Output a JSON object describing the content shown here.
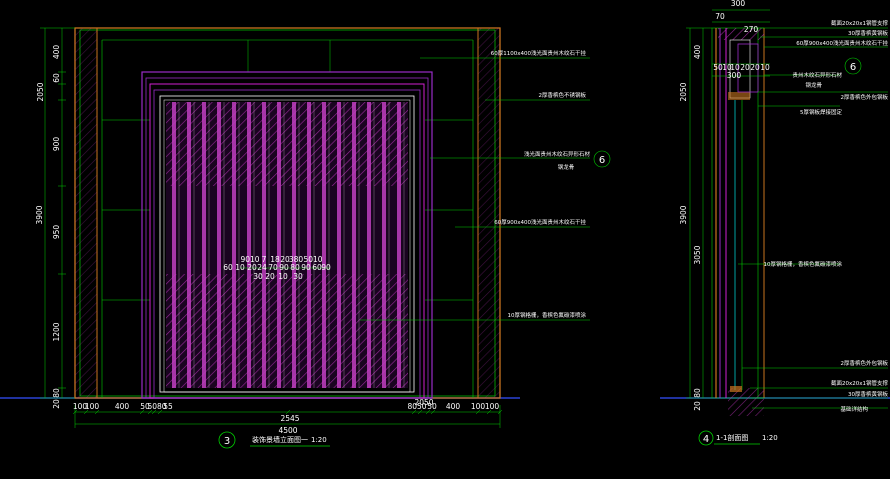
{
  "colors": {
    "background": "#000000",
    "green": "#00d000",
    "orange": "#c8741e",
    "magenta": "#d020d0",
    "violet": "#9a2cc8",
    "white": "#ffffff",
    "cyan": "#00c8c8",
    "hatch": "#8a1f8a"
  },
  "elevation": {
    "dims_left": [
      "3900",
      "400",
      "2050",
      "900",
      "950",
      "1200",
      "20",
      "80",
      "60"
    ],
    "dims_bottom_row1": [
      "100",
      "100",
      "400",
      "50",
      "5080",
      "55",
      "2545",
      "2050",
      "8050",
      "50",
      "400",
      "100",
      "100"
    ],
    "dims_bottom_total": "4500",
    "dims_mid_row1": [
      "9010",
      "7",
      "18",
      "20",
      "380",
      "5010"
    ],
    "dims_mid_row2": [
      "60",
      "10",
      "20",
      "24",
      "70",
      "90",
      "80",
      "90",
      "60",
      "90"
    ],
    "dims_mid_row3": [
      "30",
      "20",
      "10",
      "30"
    ],
    "callouts": [
      "60厚1100x400浅光面贵州木纹石干挂",
      "2厚香槟色不锈钢板",
      "浅光面贵州木纹石异形石材",
      "钢龙骨",
      "60厚900x400浅光面贵州木纹石干挂",
      "10厚钢格栅，香槟色氟碳漆喷涂"
    ],
    "callout_bubble": "6",
    "title_number": "3",
    "title_text": "装饰景墙立面图一",
    "title_scale": "1:20"
  },
  "section": {
    "dims_top": [
      "300",
      "70",
      "270"
    ],
    "dims_top_row2": [
      "50",
      "10",
      "10",
      "20",
      "20",
      "10"
    ],
    "dims_top_row3": [
      "300"
    ],
    "dims_left": [
      "3900",
      "400",
      "2050",
      "3050",
      "20",
      "80"
    ],
    "callouts": [
      "截面20x20x1钢管支撑",
      "30厚香槟黄钢板",
      "60厚900x400浅光面贵州木纹石干挂",
      "贵州木纹石异形石材",
      "钢龙骨",
      "2厚香槟色外包钢板",
      "5厚钢板焊接固定",
      "10厚钢格栅，香槟色氟碳漆喷涂",
      "2厚香槟色外包钢板",
      "截面20x20x1钢管支撑",
      "30厚香槟黄钢板",
      "基础详结构"
    ],
    "callout_bubble": "6",
    "title_number": "4",
    "title_text": "1-1剖面图",
    "title_scale": "1:20"
  }
}
